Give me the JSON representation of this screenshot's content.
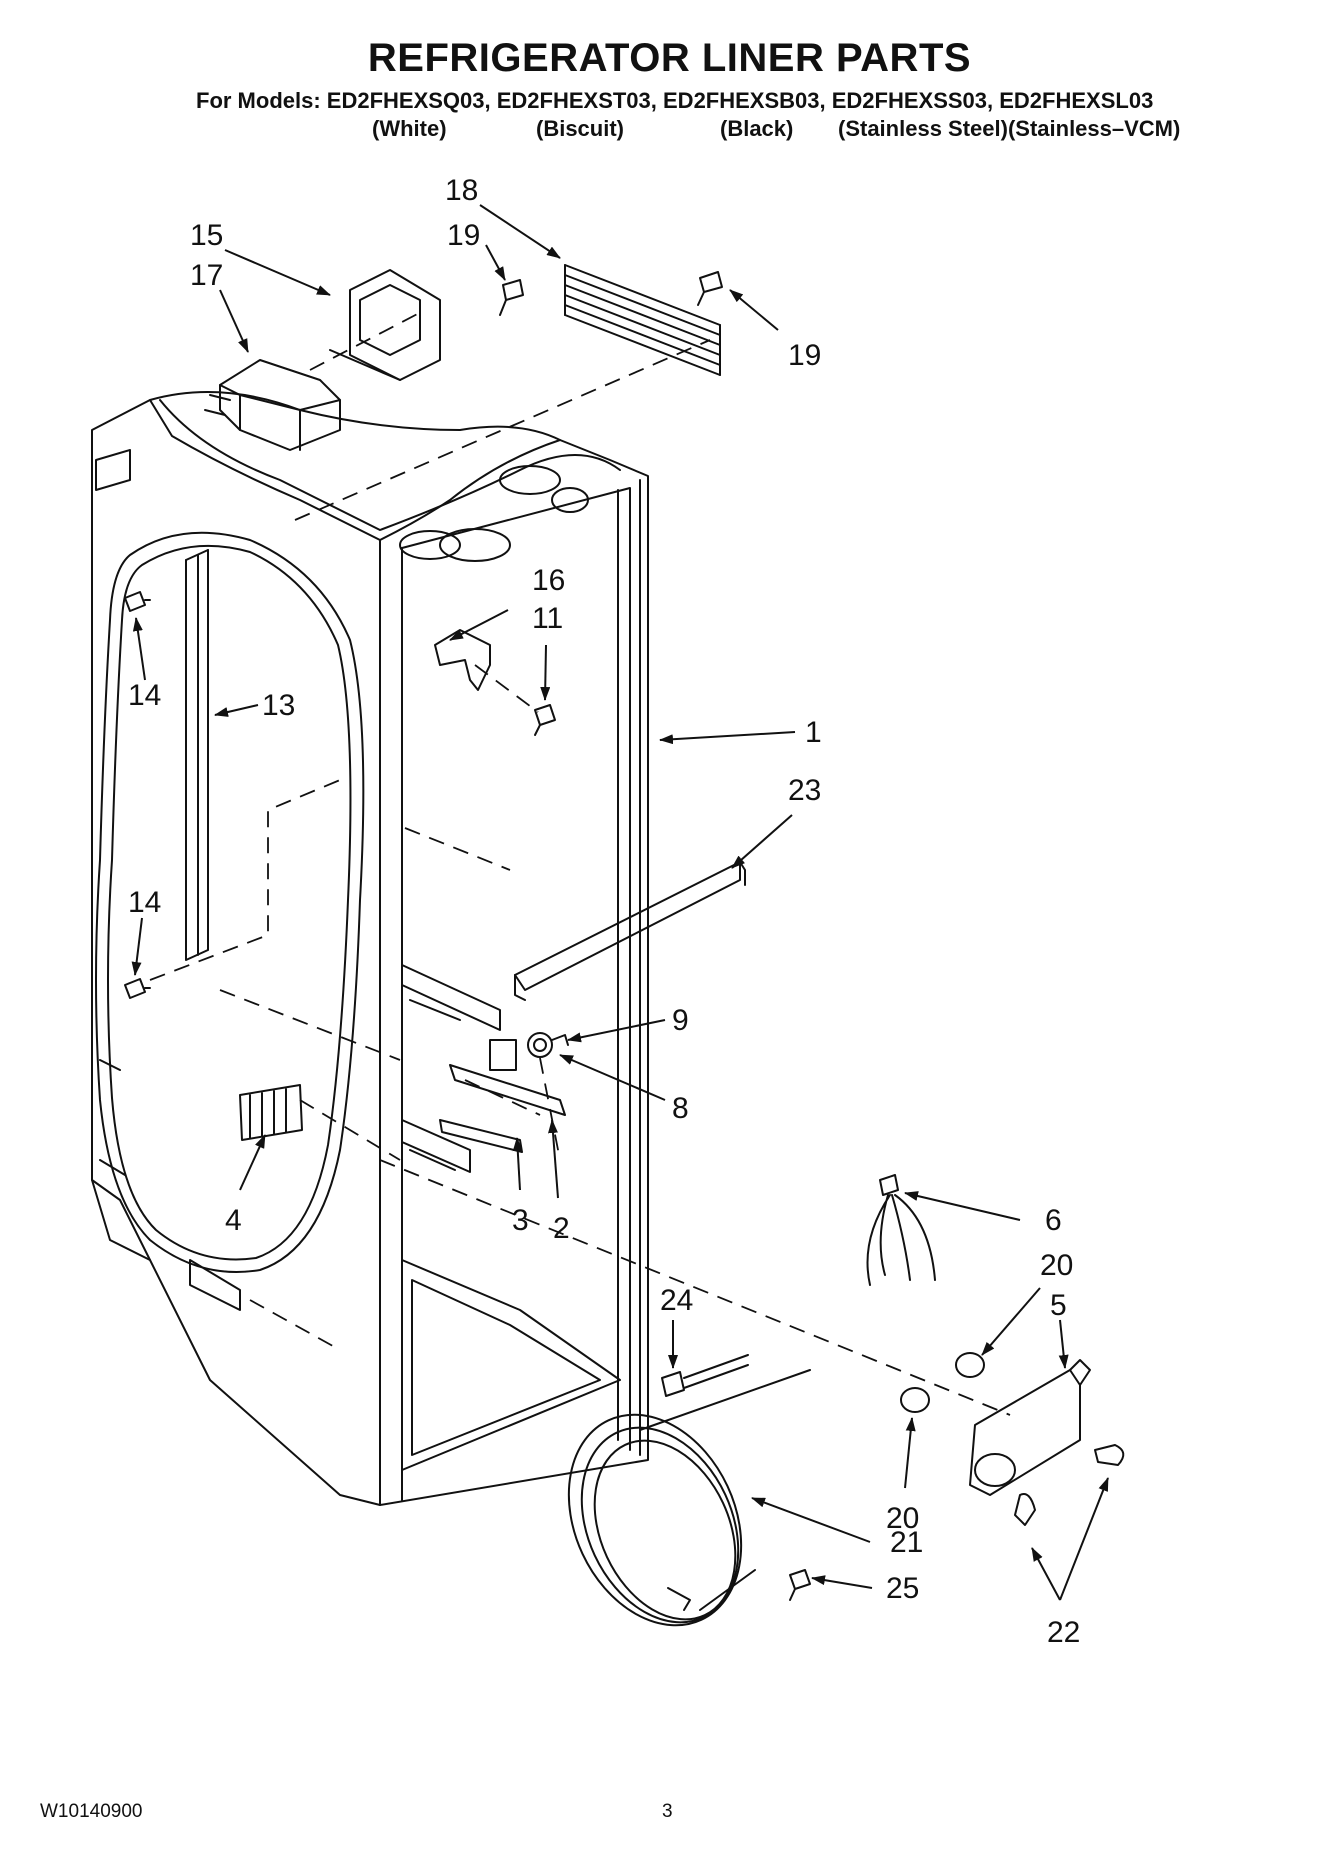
{
  "header": {
    "title": "REFRIGERATOR LINER PARTS",
    "models_line": "For Models: ED2FHEXSQ03, ED2FHEXST03, ED2FHEXSB03, ED2FHEXSS03, ED2FHEXSL03",
    "colors": [
      "(White)",
      "(Biscuit)",
      "(Black)",
      "(Stainless Steel)(Stainless–VCM)"
    ]
  },
  "callouts": [
    "18",
    "15",
    "19",
    "17",
    "19",
    "16",
    "11",
    "14",
    "13",
    "1",
    "23",
    "14",
    "9",
    "8",
    "4",
    "3",
    "2",
    "6",
    "20",
    "5",
    "24",
    "20",
    "21",
    "25",
    "22"
  ],
  "footer": {
    "document_id": "W10140900",
    "page_number": "3"
  }
}
